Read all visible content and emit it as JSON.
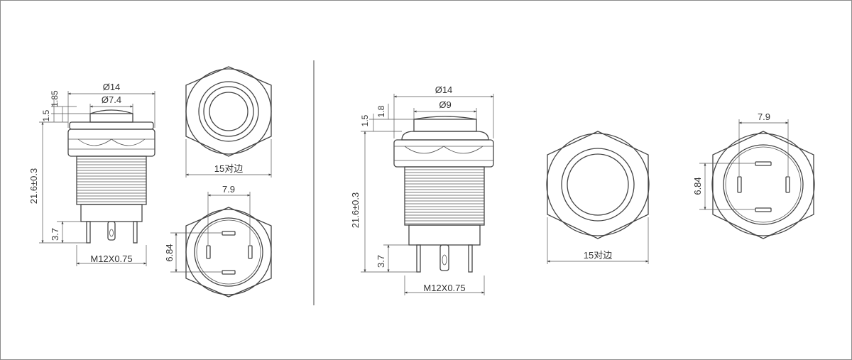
{
  "left": {
    "side": {
      "dia_outer": "Ø14",
      "dia_cap": "Ø7.4",
      "cap_height": "1.85",
      "ring_height": "1.5",
      "total_length": "21.6±0.3",
      "terminal_length": "3.7",
      "thread": "M12X0.75"
    },
    "top": {
      "across_flats": "15对边"
    },
    "bottom": {
      "terminal_span_x": "7.9",
      "terminal_span_y": "6.84"
    }
  },
  "right": {
    "side": {
      "dia_outer": "Ø14",
      "dia_cap": "Ø9",
      "ring_height": "1.5",
      "cap_height": "1.8",
      "total_length": "21.6±0.3",
      "terminal_length": "3.7",
      "thread": "M12X0.75"
    },
    "top": {
      "across_flats": "15对边"
    },
    "bottom": {
      "terminal_span_x": "7.9",
      "terminal_span_y": "6.84"
    }
  }
}
